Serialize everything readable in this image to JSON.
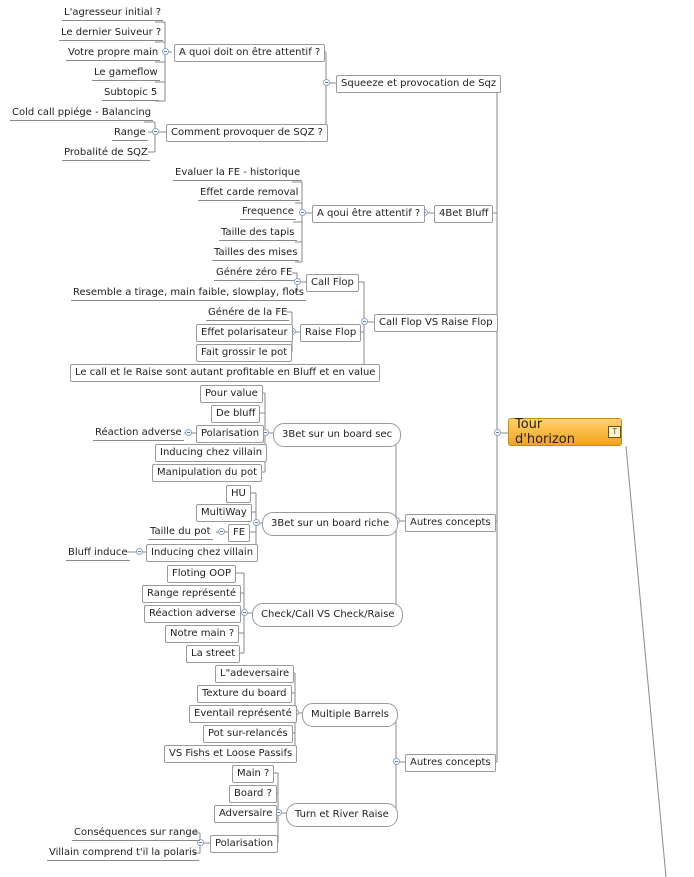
{
  "root": {
    "label": "Tour d'horizon",
    "icon": "note-icon",
    "fill": "#f3a21e"
  },
  "branches": {
    "squeeze": {
      "label": "Squeeze et provocation de Sqz",
      "attentif": {
        "label": "A quoi doit on être attentif ?",
        "items": [
          "L'agresseur initial ?",
          "Le dernier Suiveur ?",
          "Votre propre main",
          "Le gameflow",
          "Subtopic 5"
        ]
      },
      "provoquer": {
        "label": "Comment provoquer de SQZ ?",
        "items": [
          "Cold call ppiége - Balancing",
          "Range",
          "Probalité de SQZ"
        ]
      }
    },
    "bluff4bet": {
      "label": "4Bet Bluff",
      "attentif": {
        "label": "A qoui être attentif ?",
        "items": [
          "Evaluer la FE - historique",
          "Effet carde removal",
          "Frequence",
          "Taille des tapis",
          "Tailles des mises"
        ]
      }
    },
    "callraise": {
      "label": "Call Flop VS Raise Flop",
      "callflop": {
        "label": "Call Flop",
        "items": [
          "Génére zéro FE",
          "Resemble a tirage, main faible, slowplay, flots"
        ]
      },
      "raiseflop": {
        "label": "Raise Flop",
        "items": [
          "Génére de la FE",
          "Effet polarisateur",
          "Fait grossir le pot"
        ]
      },
      "note": "Le call et le Raise sont autant profitable en Bluff et en value"
    },
    "autres1": {
      "label": "Autres concepts",
      "sec": {
        "label": "3Bet sur un board sec",
        "items": [
          "Pour value",
          "De bluff",
          "Polarisation",
          "Inducing chez villain",
          "Manipulation du pot"
        ],
        "polarisation_child": "Réaction adverse"
      },
      "riche": {
        "label": "3Bet sur un board riche",
        "items": [
          "HU",
          "MultiWay",
          "FE",
          "Inducing chez villain"
        ],
        "fe_child": "Taille du pot",
        "inducing_child": "Bluff induce"
      },
      "check": {
        "label": "Check/Call VS Check/Raise",
        "items": [
          "Floting OOP",
          "Range représenté",
          "Réaction adverse",
          "Notre main ?",
          "La street"
        ]
      }
    },
    "autres2": {
      "label": "Autres concepts",
      "barrels": {
        "label": "Multiple Barrels",
        "items": [
          "L\"adeversaire",
          "Texture du board",
          "Eventail représenté",
          "Pot sur-relancés",
          "VS Fishs et Loose Passifs"
        ]
      },
      "turnriver": {
        "label": "Turn et River Raise",
        "items": [
          "Main ?",
          "Board ?",
          "Adversaire",
          "Polarisation"
        ],
        "polarisation_children": [
          "Conséquences sur range",
          "Villain comprend t'il la polaris"
        ]
      }
    }
  },
  "colors": {
    "line": "#8a8a8a",
    "collapse": "#8aa4c8"
  }
}
